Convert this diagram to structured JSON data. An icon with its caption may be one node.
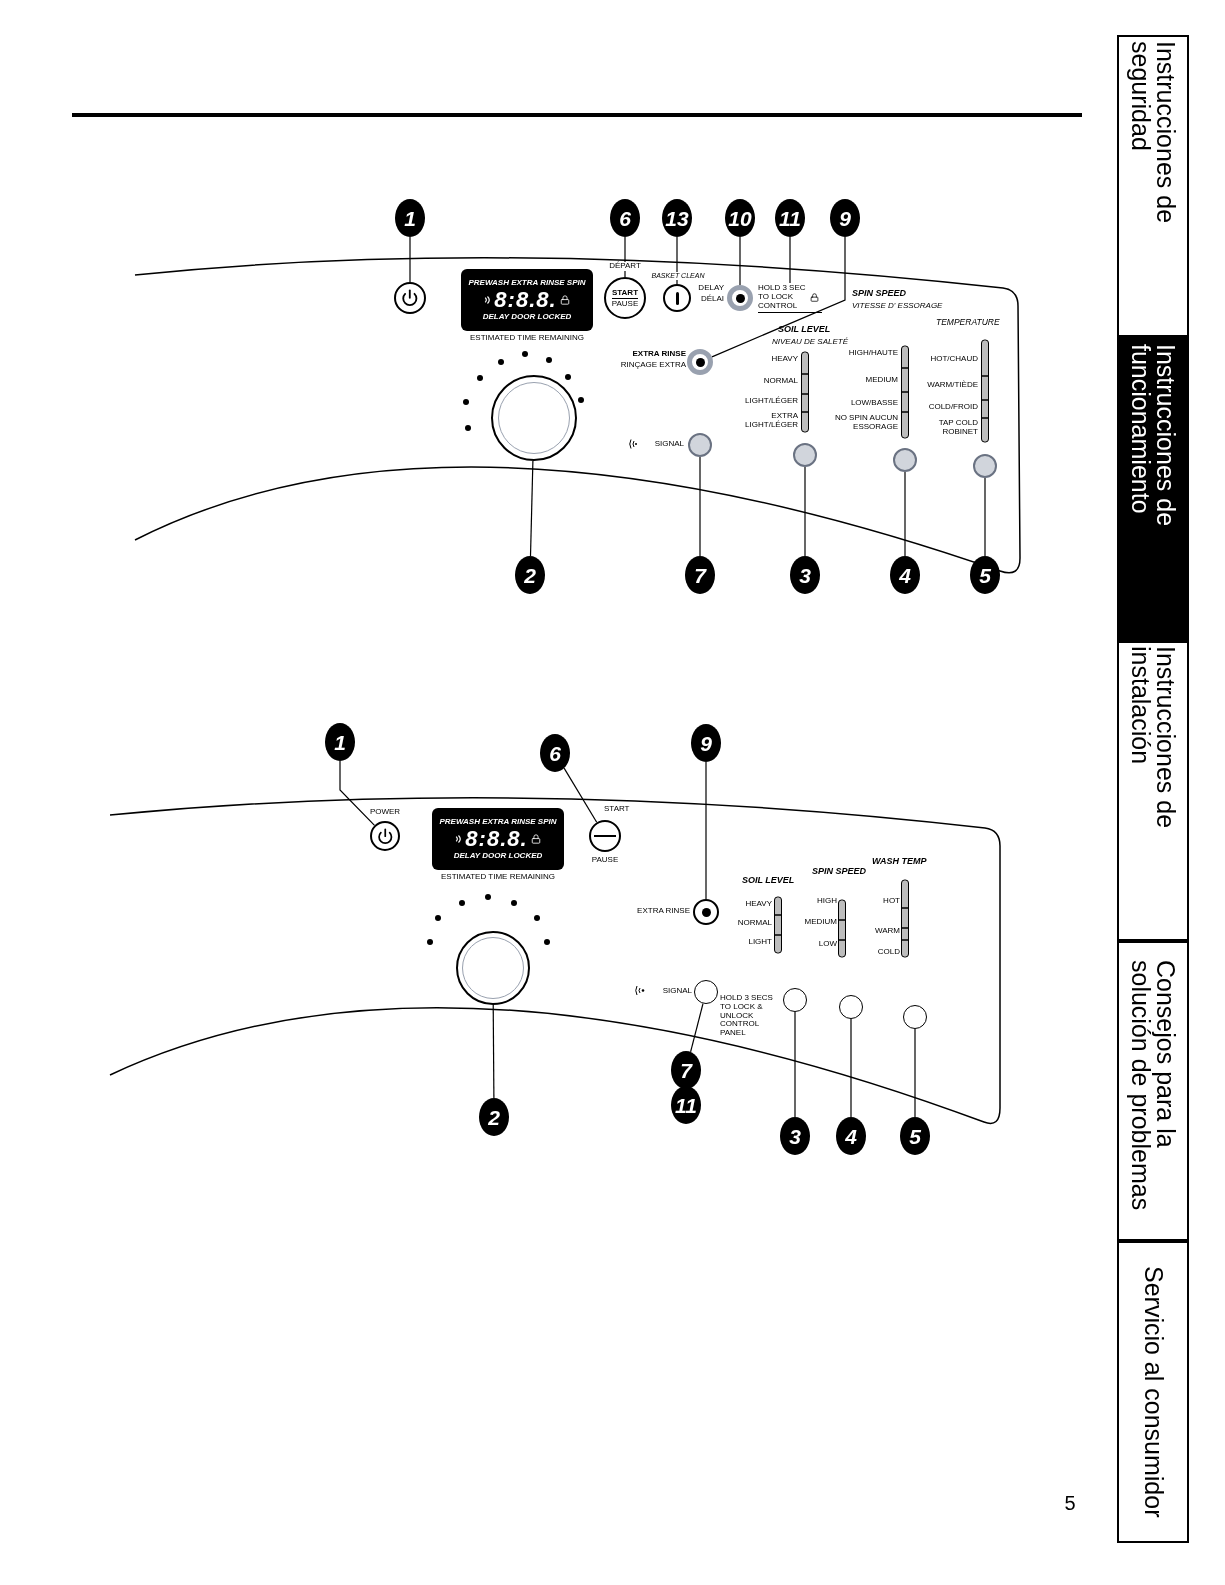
{
  "diagram": {
    "nodes": [
      {
        "text": [
          "1"
        ]
      },
      {
        "text": [
          "6"
        ]
      },
      {
        "text": [
          "13"
        ]
      },
      {
        "text": [
          "10"
        ]
      },
      {
        "text": [
          "11"
        ]
      },
      {
        "text": [
          "9"
        ]
      },
      {
        "text": [],
        "shape": "circle"
      },
      {
        "text": [
          "PREWASH EXTRA RINSE SPIN",
          "8:8.8.",
          "DELAY DOOR LOCKED"
        ],
        "beside": [
          "ESTIMATED TIME REMAINING"
        ]
      },
      {
        "text": [
          "START",
          "PAUSE"
        ],
        "beside": [
          "DÉPART"
        ]
      },
      {
        "text": [],
        "shape": "circle",
        "beside": [
          "BASKET CLEAN"
        ]
      },
      {
        "text": [],
        "shape": "circle",
        "beside": [
          "DELAY",
          "DÉLAI"
        ]
      },
      {
        "text": [
          "HOLD 3 SEC TO LOCK CONTROL"
        ]
      },
      {
        "text": [],
        "shape": "circle",
        "beside": [
          "EXTRA RINSE",
          "RINÇAGE EXTRA"
        ]
      },
      {
        "text": [],
        "shape": "circle"
      },
      {
        "text": [],
        "shape": "circle",
        "beside": [
          "SIGNAL"
        ]
      },
      {
        "text": [],
        "shape": "circle"
      },
      {
        "text": [],
        "shape": "circle"
      },
      {
        "text": [],
        "shape": "circle"
      },
      {
        "text": [
          "2"
        ]
      },
      {
        "text": [
          "7"
        ]
      },
      {
        "text": [
          "3"
        ]
      },
      {
        "text": [
          "4"
        ]
      },
      {
        "text": [
          "5"
        ]
      },
      {
        "text": [
          "1"
        ]
      },
      {
        "text": [
          "6"
        ]
      },
      {
        "text": [
          "9"
        ]
      },
      {
        "text": [],
        "shape": "circle",
        "beside": [
          "POWER"
        ]
      },
      {
        "text": [
          "PREWASH EXTRA RINSE SPIN",
          "8:8.8.",
          "DELAY DOOR LOCKED"
        ],
        "beside": [
          "ESTIMATED TIME REMAINING"
        ]
      },
      {
        "text": [],
        "shape": "circle",
        "beside": [
          "START",
          "PAUSE"
        ]
      },
      {
        "text": [],
        "shape": "circle",
        "beside": [
          "EXTRA RINSE"
        ]
      },
      {
        "text": [],
        "shape": "circle"
      },
      {
        "text": [],
        "shape": "circle",
        "beside": [
          "SIGNAL"
        ]
      },
      {
        "text": [],
        "shape": "circle"
      },
      {
        "text": [],
        "shape": "circle"
      },
      {
        "text": [],
        "shape": "circle"
      },
      {
        "text": [
          "2"
        ]
      },
      {
        "text": [
          "7"
        ]
      },
      {
        "text": [
          "11"
        ]
      },
      {
        "text": [
          "3"
        ]
      },
      {
        "text": [
          "4"
        ]
      },
      {
        "text": [
          "5"
        ]
      },
      {
        "text": [
          "Instrucciones de seguridad"
        ]
      },
      {
        "text": [
          "Instrucciones de funcionamiento"
        ]
      },
      {
        "text": [
          "Instrucciones de instalación"
        ]
      },
      {
        "text": [
          "Consejos para la solución de problemas"
        ]
      },
      {
        "text": [
          "Servicio al consumidor"
        ]
      }
    ],
    "edges": [
      {
        "from": 0,
        "to": 6,
        "arrow": "none"
      },
      {
        "from": 1,
        "to": 8,
        "arrow": "none"
      },
      {
        "from": 2,
        "to": 9,
        "arrow": "none"
      },
      {
        "from": 3,
        "to": 10,
        "arrow": "none"
      },
      {
        "from": 4,
        "to": 11,
        "arrow": "none"
      },
      {
        "from": 5,
        "to": 12,
        "arrow": "none"
      },
      {
        "from": 18,
        "to": 13,
        "arrow": "none"
      },
      {
        "from": 19,
        "to": 14,
        "arrow": "none"
      },
      {
        "from": 20,
        "to": 15,
        "arrow": "none"
      },
      {
        "from": 21,
        "to": 16,
        "arrow": "none"
      },
      {
        "from": 22,
        "to": 17,
        "arrow": "none"
      },
      {
        "from": 23,
        "to": 26,
        "arrow": "none"
      },
      {
        "from": 24,
        "to": 28,
        "arrow": "none"
      },
      {
        "from": 25,
        "to": 29,
        "arrow": "none"
      },
      {
        "from": 35,
        "to": 30,
        "arrow": "none"
      },
      {
        "from": 36,
        "to": 31,
        "arrow": "none"
      },
      {
        "from": 38,
        "to": 32,
        "arrow": "none"
      },
      {
        "from": 39,
        "to": 33,
        "arrow": "none"
      },
      {
        "from": 40,
        "to": 34,
        "arrow": "none"
      }
    ],
    "labels": [
      "SOIL LEVEL",
      "NIVEAU DE SALETÉ",
      "HEAVY",
      "NORMAL",
      "LIGHT/LÉGER",
      "EXTRA LIGHT/LÉGER",
      "SPIN SPEED",
      "VITESSE D' ESSORAGE",
      "HIGH/HAUTE",
      "MEDIUM",
      "LOW/BASSE",
      "NO SPIN AUCUN ESSORAGE",
      "TEMPERATURE",
      "HOT/CHAUD",
      "WARM/TIÈDE",
      "COLD/FROID",
      "TAP COLD ROBINET",
      "HOLD 3 SECS TO LOCK & UNLOCK CONTROL PANEL",
      "SOIL LEVEL",
      "HEAVY",
      "NORMAL",
      "LIGHT",
      "SPIN SPEED",
      "HIGH",
      "MEDIUM",
      "LOW",
      "WASH TEMP",
      "HOT",
      "WARM",
      "COLD",
      "5"
    ]
  }
}
